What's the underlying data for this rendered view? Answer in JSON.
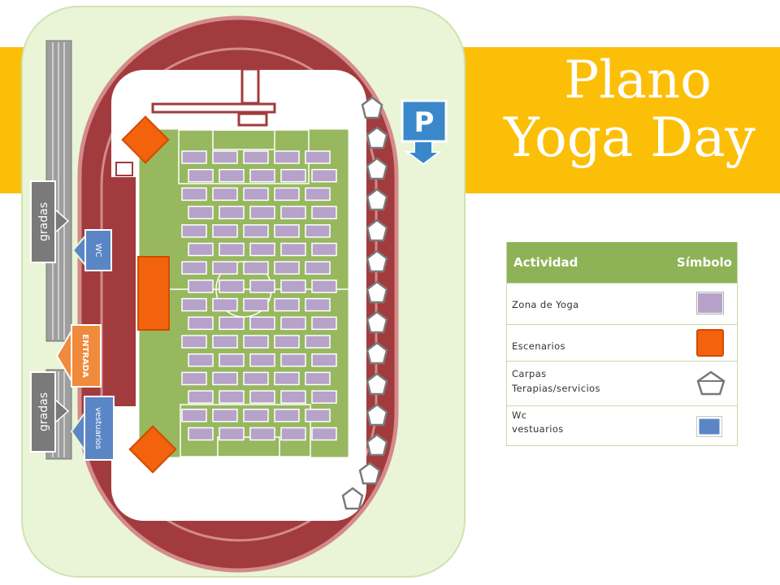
{
  "title": {
    "line1": "Plano",
    "line2": "Yoga Day"
  },
  "labels": {
    "gradas_top": "gradas",
    "gradas_bottom": "gradas",
    "wc": "WC",
    "entrada": "ENTRADA",
    "vestuarios": "vestuarios",
    "parking": "P"
  },
  "legend": {
    "col_activity": "Actividad",
    "col_symbol": "Símbolo",
    "rows": [
      {
        "lines": [
          "Zona de Yoga"
        ],
        "symbol": "yoga-mat-icon"
      },
      {
        "lines": [
          "Escenarios"
        ],
        "symbol": "stage-icon"
      },
      {
        "lines": [
          "Carpas",
          "Terapias/servicios"
        ],
        "symbol": "tent-icon"
      },
      {
        "lines": [
          "Wc",
          "vestuarios"
        ],
        "symbol": "wc-icon"
      }
    ]
  },
  "colors": {
    "banner": "#fcbf08",
    "grass": "#e9f5d6",
    "track": "#a23b3d",
    "field": "#97b85f",
    "yoga": "#b7a2c9",
    "stage": "#f3620c",
    "wc": "#5a86c6",
    "gradas": "#9e9e9e",
    "legend_header": "#8db356"
  }
}
